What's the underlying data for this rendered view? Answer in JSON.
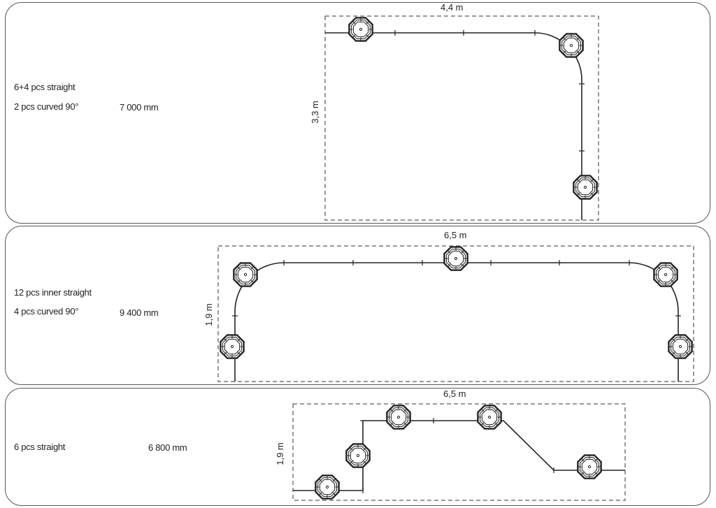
{
  "layouts": [
    {
      "lines": [
        "6+4 pcs straight",
        "2 pcs curved 90°"
      ],
      "length": "7 000 mm",
      "width_label": "4,4 m",
      "height_label": "3,3 m"
    },
    {
      "lines": [
        "12 pcs inner straight",
        "4 pcs curved 90°"
      ],
      "length": "9 400 mm",
      "width_label": "6,5 m",
      "height_label": "1,9 m"
    },
    {
      "lines": [
        "6 pcs straight"
      ],
      "length": "6 800 mm",
      "width_label": "6,5 m",
      "height_label": "1,9 m"
    }
  ]
}
